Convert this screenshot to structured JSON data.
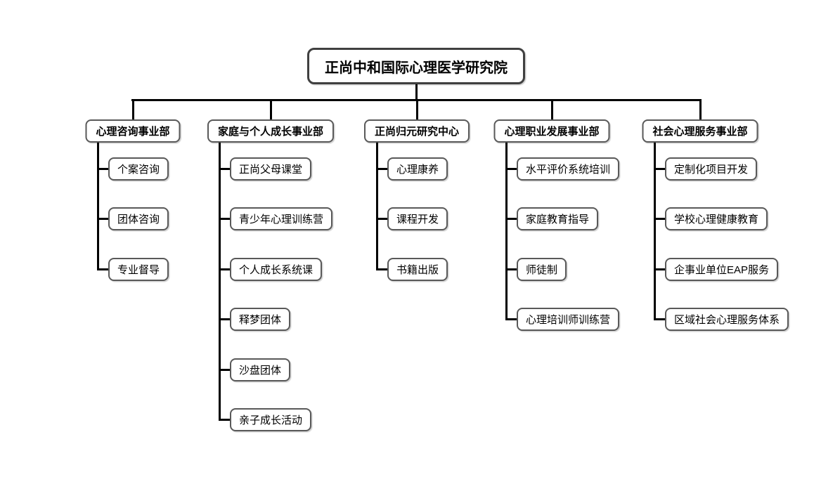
{
  "org": {
    "root": {
      "label": "正尚中和国际心理医学研究院"
    },
    "departments": [
      {
        "label": "心理咨询事业部",
        "children": [
          "个案咨询",
          "团体咨询",
          "专业督导"
        ]
      },
      {
        "label": "家庭与个人成长事业部",
        "children": [
          "正尚父母课堂",
          "青少年心理训练营",
          "个人成长系统课",
          "释梦团体",
          "沙盘团体",
          "亲子成长活动"
        ]
      },
      {
        "label": "正尚归元研究中心",
        "children": [
          "心理康养",
          "课程开发",
          "书籍出版"
        ]
      },
      {
        "label": "心理职业发展事业部",
        "children": [
          "水平评价系统培训",
          "家庭教育指导",
          "师徒制",
          "心理培训师训练营"
        ]
      },
      {
        "label": "社会心理服务事业部",
        "children": [
          "定制化项目开发",
          "学校心理健康教育",
          "企事业单位EAP服务",
          "区域社会心理服务体系"
        ]
      }
    ],
    "colors": {
      "line": "#000000",
      "node_border": "#595959",
      "root_border": "#404040",
      "node_fill": "#ffffff",
      "text": "#000000",
      "background": "#ffffff"
    }
  }
}
